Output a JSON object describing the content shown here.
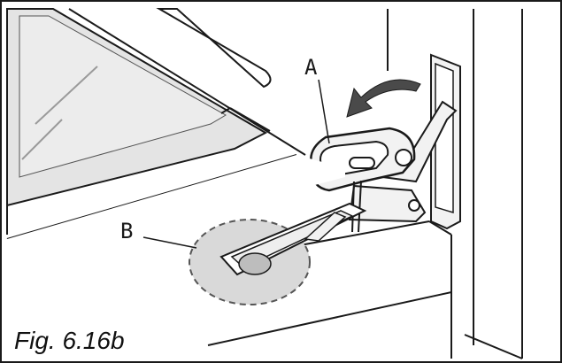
{
  "figure": {
    "caption": "Fig. 6.16b",
    "callouts": [
      {
        "id": "A",
        "text": "A"
      },
      {
        "id": "B",
        "text": "B"
      }
    ]
  },
  "colors": {
    "line": "#1a1a1a",
    "window_tint": "#e4e4e4",
    "hinge_fill": "#f2f2f2",
    "highlight_fill": "#d9d9d9",
    "arrow_fill": "#4a4a4a"
  },
  "icons": [
    "curved-arrow-icon"
  ]
}
